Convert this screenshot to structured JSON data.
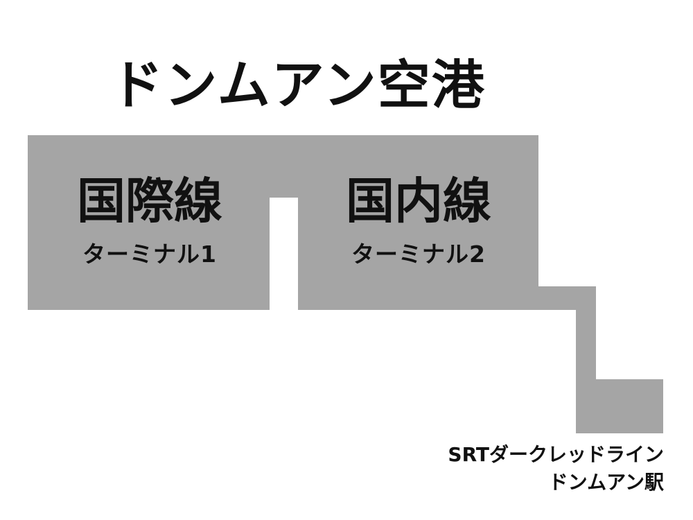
{
  "title": "ドンムアン空港",
  "terminals": [
    {
      "name": "国際線",
      "sub": "ターミナル1"
    },
    {
      "name": "国内線",
      "sub": "ターミナル2"
    }
  ],
  "station": {
    "line": "SRTダークレッドライン",
    "name": "ドンムアン駅"
  },
  "colors": {
    "building": "#a5a5a5",
    "background": "#ffffff",
    "text": "#111111"
  }
}
